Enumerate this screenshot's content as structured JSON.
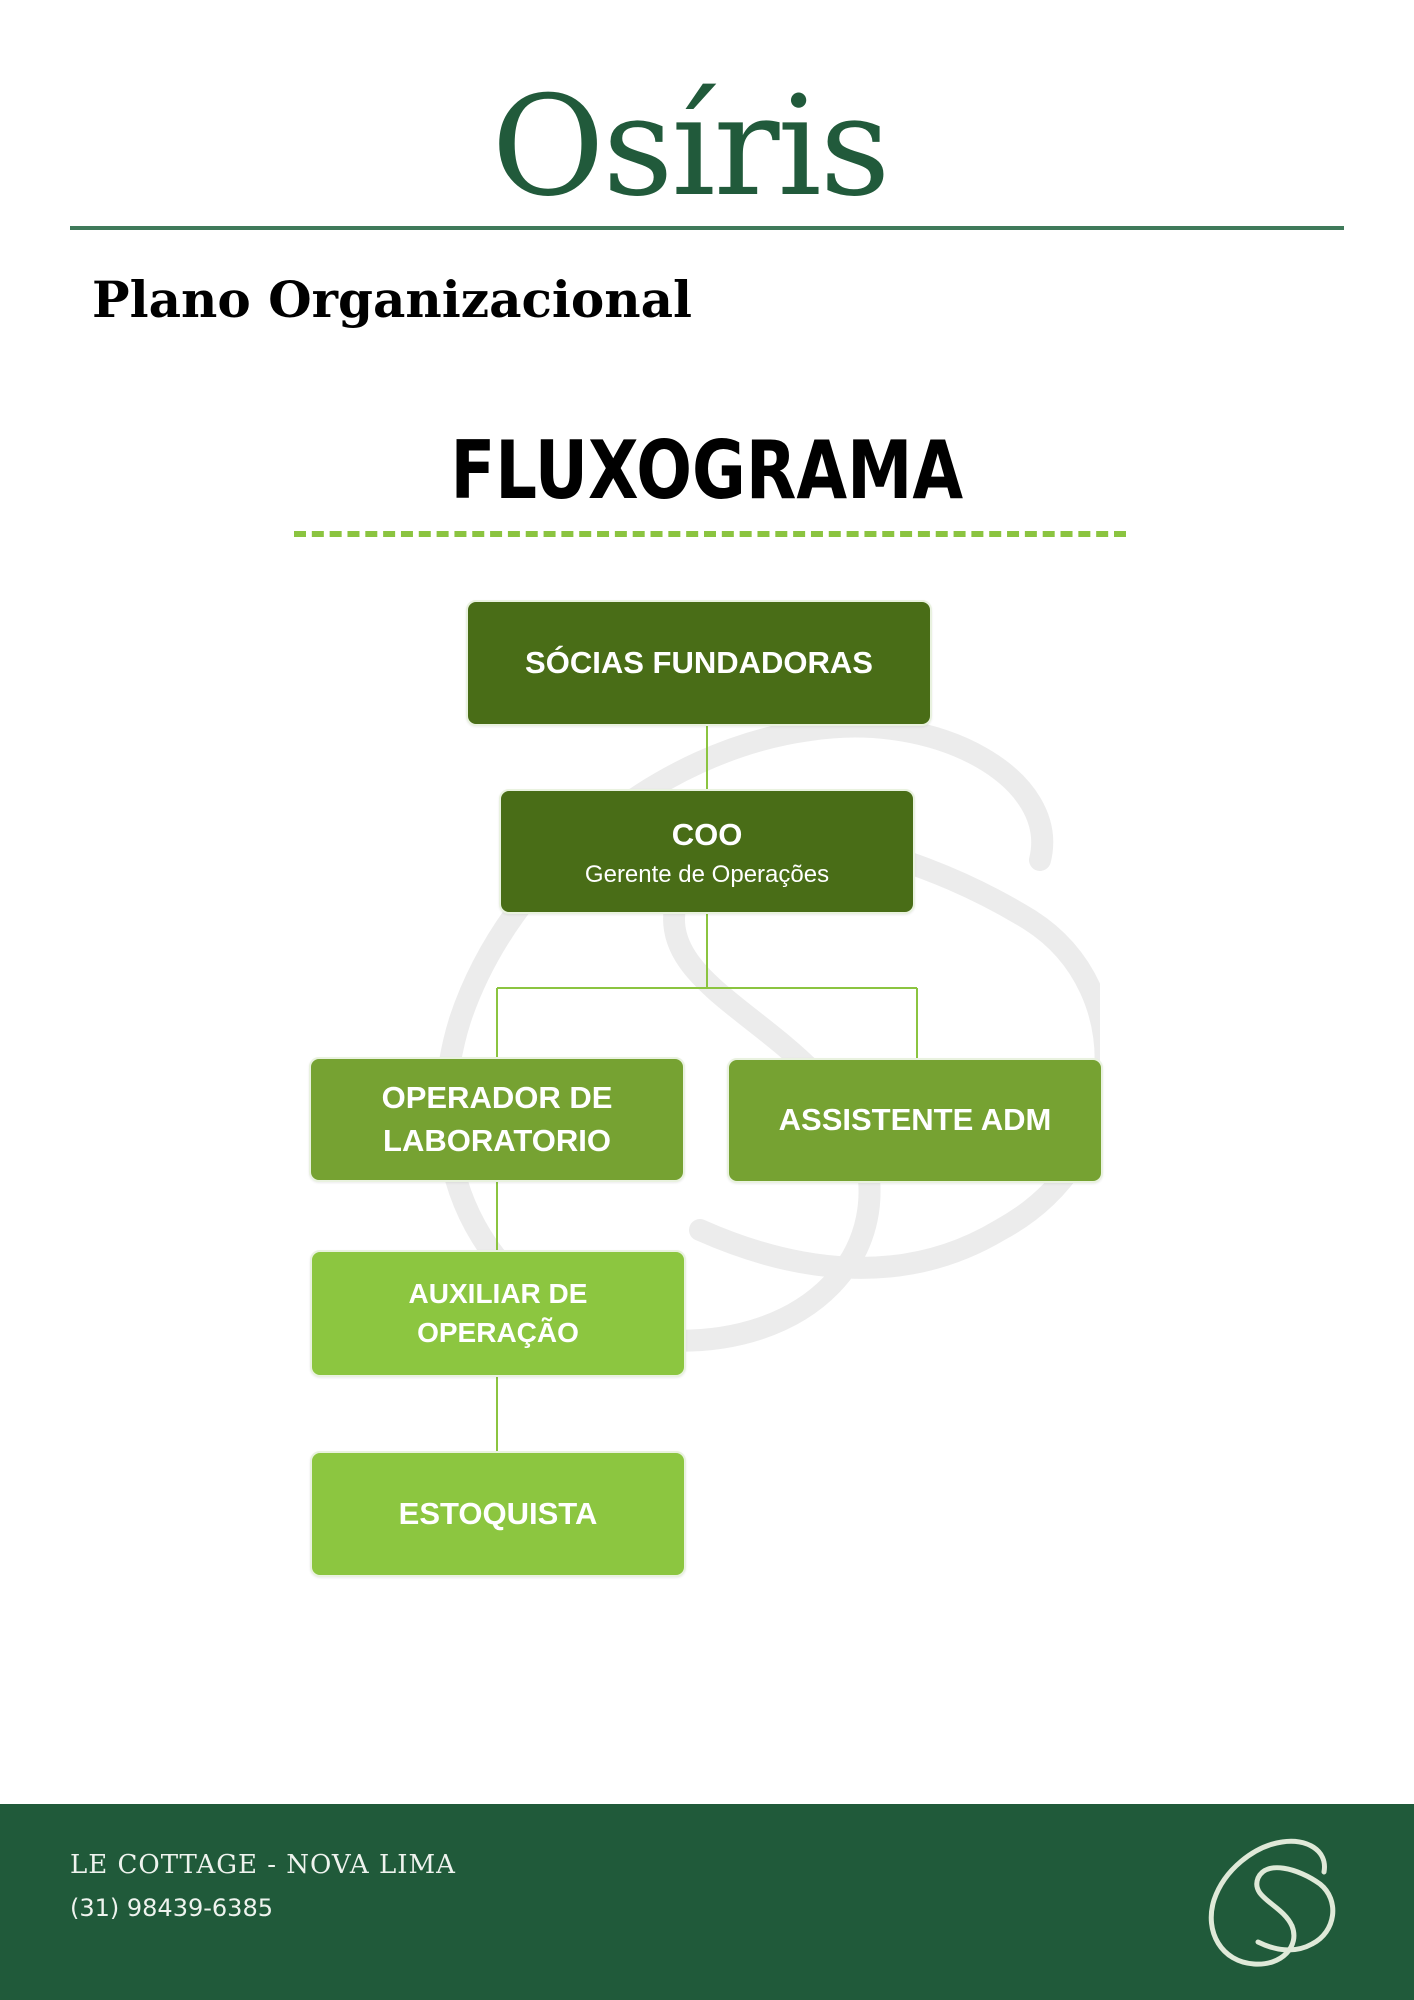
{
  "header": {
    "brand": "Osíris",
    "subtitle": "Plano Organizacional"
  },
  "diagram": {
    "title": "FLUXOGRAMA",
    "nodes": {
      "socias": {
        "label": "SÓCIAS FUNDADORAS"
      },
      "coo": {
        "label": "COO",
        "sublabel": "Gerente de Operações"
      },
      "operador": {
        "label_line1": "OPERADOR DE",
        "label_line2": "LABORATORIO"
      },
      "assistente": {
        "label": "ASSISTENTE ADM"
      },
      "auxiliar": {
        "label_line1": "AUXILIAR DE",
        "label_line2": "OPERAÇÃO"
      },
      "estoquista": {
        "label": "ESTOQUISTA"
      }
    },
    "edges": [
      [
        "socias",
        "coo"
      ],
      [
        "coo",
        "operador"
      ],
      [
        "coo",
        "assistente"
      ],
      [
        "operador",
        "auxiliar"
      ],
      [
        "auxiliar",
        "estoquista"
      ]
    ]
  },
  "colors": {
    "brand_green": "#215a3b",
    "node_dark": "#496d17",
    "node_mid": "#76a232",
    "node_light": "#8cc640",
    "connector": "#8bc440",
    "footer_bg": "#205a3a"
  },
  "footer": {
    "location": "LE COTTAGE - NOVA LIMA",
    "phone": "(31) 98439-6385",
    "logo_icon": "os-monogram-logo"
  }
}
